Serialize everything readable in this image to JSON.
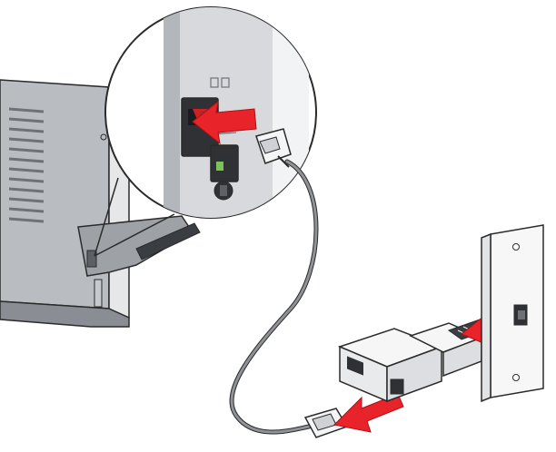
{
  "diagram": {
    "components": {
      "printer": "printer",
      "magnifier": "magnifier",
      "line_port": "line-port",
      "telephone_cable": "telephone-cable",
      "rj11_plug_printer": "rj11-plug",
      "rj11_plug_adapter": "rj11-plug",
      "splitter_adapter": "splitter-adapter",
      "wall_jack": "wall-jack"
    },
    "colors": {
      "arrow": "#e8232a",
      "printer_body": "#c9ccd0",
      "printer_dark": "#8a8e94",
      "outline": "#2b2b2b",
      "cable": "#8f9296",
      "port_accent": "#d21f26"
    }
  }
}
